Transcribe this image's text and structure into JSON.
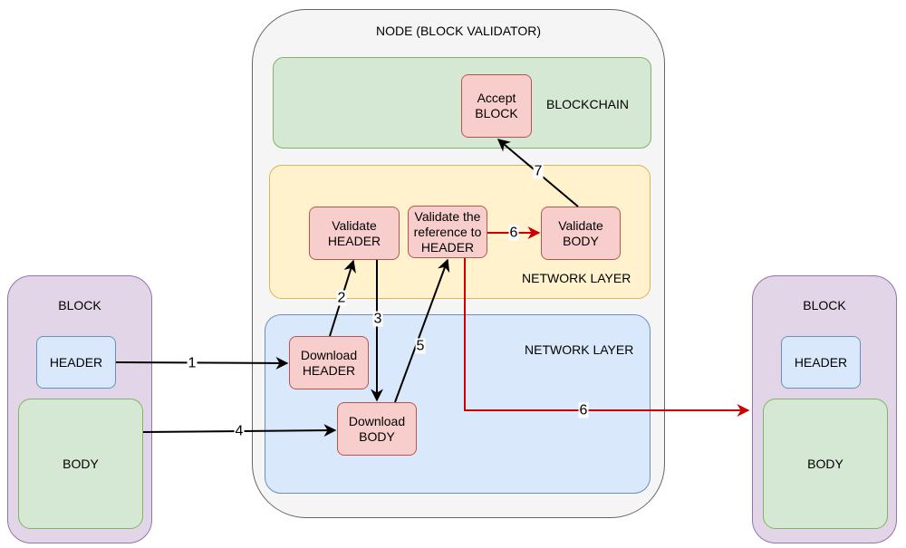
{
  "node": {
    "title": "NODE (BLOCK VALIDATOR)"
  },
  "layers": {
    "blockchain": "BLOCKCHAIN",
    "network_upper": "NETWORK LAYER",
    "network_lower": "NETWORK LAYER"
  },
  "left_block": {
    "title": "BLOCK",
    "header": "HEADER",
    "body": "BODY"
  },
  "right_block": {
    "title": "BLOCK",
    "header": "HEADER",
    "body": "BODY"
  },
  "steps": {
    "accept_block": [
      "Accept",
      "BLOCK"
    ],
    "validate_header": [
      "Validate",
      "HEADER"
    ],
    "validate_reference": [
      "Validate the",
      "reference to",
      "HEADER"
    ],
    "validate_body": [
      "Validate",
      "BODY"
    ],
    "download_header": [
      "Download",
      "HEADER"
    ],
    "download_body": [
      "Download",
      "BODY"
    ]
  },
  "edge_labels": {
    "e1": "1",
    "e2": "2",
    "e3": "3",
    "e4": "4",
    "e5": "5",
    "e6a": "6",
    "e6b": "6",
    "e7": "7"
  },
  "colors": {
    "arrow_black": "#000000",
    "arrow_red": "#cc0000"
  }
}
